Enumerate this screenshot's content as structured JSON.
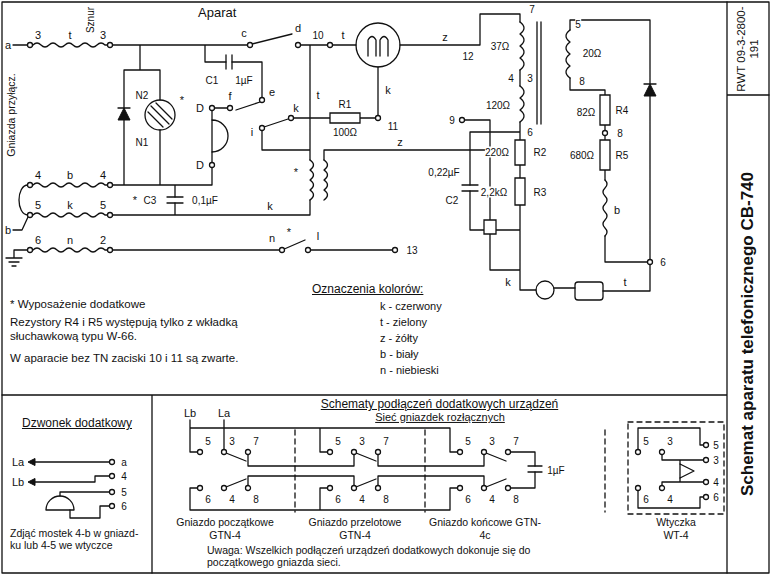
{
  "diagram": {
    "nodes": [
      {
        "text": [
          "Aparat"
        ]
      },
      {
        "text": [
          "Dzwonek dodatkowy",
          "Zdjąć mostek 4-b w gniazd- ku lub 4-5 we wtyczce"
        ]
      },
      {
        "text": [
          "Schematy podłączeń dodatkowych urządzeń",
          "Uwaga: Wszelkich podłączeń urządzeń dodatkowych dokonuje się do początkowego gniazda sieci."
        ]
      },
      {
        "text": [
          "RWT 09-3-2800-191"
        ]
      },
      {
        "text": [
          "Schemat aparatu telefonicznego CB-740"
        ]
      }
    ],
    "labels": [
      "Sznur",
      "Gniazda przyłącz.",
      "a",
      "3",
      "t",
      "3",
      "4",
      "b",
      "4",
      "5",
      "k",
      "5",
      "b",
      "6",
      "n",
      "2",
      "N2",
      "N1",
      "*",
      "*",
      "C3",
      "0,1µF",
      "C1",
      "1µF",
      "c",
      "d",
      "D",
      "f",
      "e",
      "D",
      "i",
      "k",
      "10",
      "t",
      "t",
      "R1",
      "100Ω",
      "k",
      "11",
      "z",
      "12",
      "*",
      "z",
      "k",
      "n",
      "*",
      "l",
      "13",
      "7",
      "37Ω",
      "4",
      "3",
      "120Ω",
      "6",
      "220Ω",
      "R2",
      "2,2kΩ",
      "R3",
      "0,22µF",
      "C2",
      "9",
      "5",
      "20Ω",
      "8",
      "82Ω",
      "R4",
      "8",
      "680Ω",
      "R5",
      "b",
      "6",
      "k",
      "t",
      "Oznaczenia kolorów:",
      "k - czerwony",
      "t - zielony",
      "z - żółty",
      "b - biały",
      "n - niebieski",
      "* Wyposażenie dodatkowe",
      "Rezystory R4 i R5 występują tylko z wkładką słuchawkową typu W-66.",
      "W aparacie bez TN zaciski 10 i 11 są zwarte.",
      "La",
      "Lb",
      "a",
      "4",
      "5",
      "6",
      "Sieć gniazdek rozłącznych",
      "Lb",
      "La",
      "5",
      "3",
      "7",
      "6",
      "4",
      "8",
      "5",
      "3",
      "7",
      "6",
      "4",
      "8",
      "5",
      "3",
      "7",
      "6",
      "4",
      "8",
      "1µF",
      "5",
      "3",
      "6",
      "4",
      "5",
      "3",
      "4",
      "6",
      "Gniazdo początkowe GTN-4",
      "Gniazdo przelotowe GTN-4",
      "Gniazdo końcowe GTN-4c",
      "Wtyczka WT-4"
    ]
  }
}
